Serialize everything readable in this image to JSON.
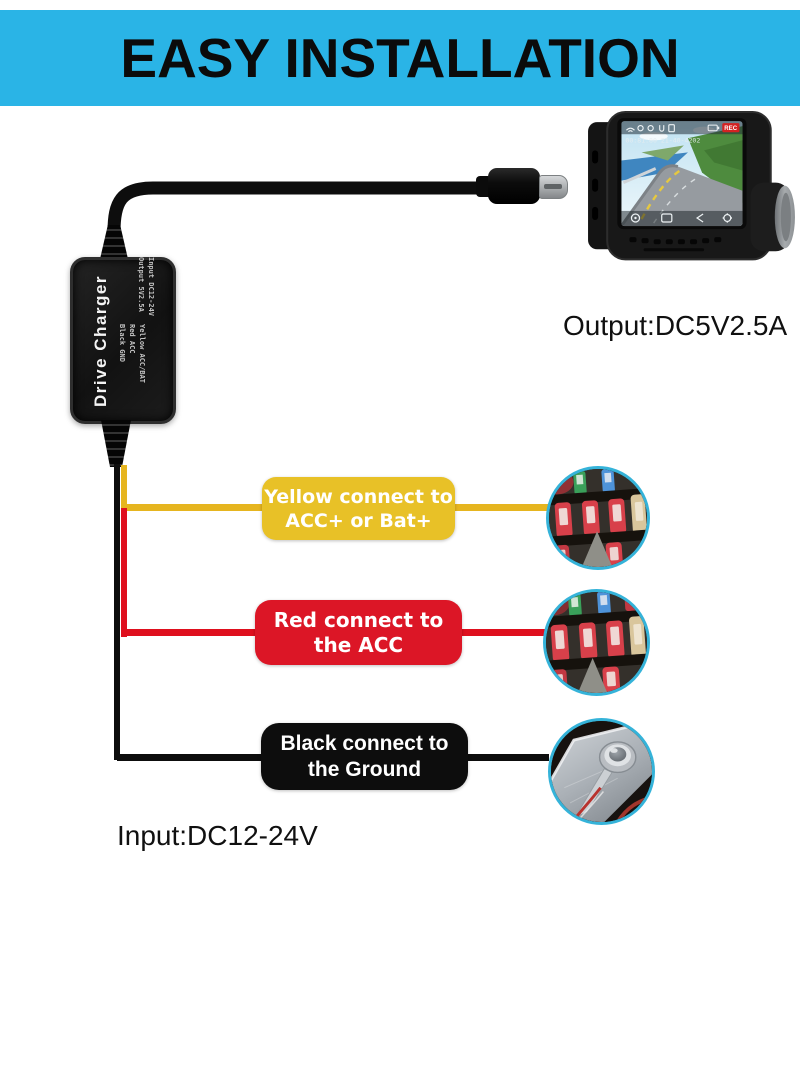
{
  "banner": {
    "title": "EASY INSTALLATION",
    "bg_color": "#2ab4e6"
  },
  "camera": {
    "rec_label": "REC",
    "timestamp": "00:81:80 21-40-4202",
    "status_icons": [
      "wifi-icon",
      "gps-icon",
      "clock-icon",
      "mic-icon",
      "sd-card-icon",
      "battery-icon"
    ],
    "screen_icons": [
      "record-icon",
      "screenshot-icon",
      "back-icon",
      "settings-icon"
    ],
    "output_label": "Output:DC5V2.5A"
  },
  "charger": {
    "label": "Drive Charger",
    "specs": [
      "Input DC12-24V",
      "Output 5V2.5A"
    ],
    "wire_legend": [
      "Yellow ACC/BAT",
      "Red ACC",
      "Black GND"
    ]
  },
  "steps": [
    {
      "name": "yellow",
      "line1": "Yellow connect to",
      "line2": "ACC+ or Bat+",
      "label_color": "#e8c127",
      "wire_color": "#e6b51f",
      "photo": "fuse-box-photo"
    },
    {
      "name": "red",
      "line1": "Red connect to",
      "line2": "the ACC",
      "label_color": "#dc1626",
      "wire_color": "#df0f1e",
      "photo": "fuse-box-photo"
    },
    {
      "name": "black",
      "line1": "Black connect to",
      "line2": "the Ground",
      "label_color": "#0d0d0d",
      "wire_color": "#0d0d0d",
      "photo": "ground-bolt-photo"
    }
  ],
  "input_label": "Input:DC12-24V",
  "accent": {
    "circle_border": "#35b3d9"
  }
}
